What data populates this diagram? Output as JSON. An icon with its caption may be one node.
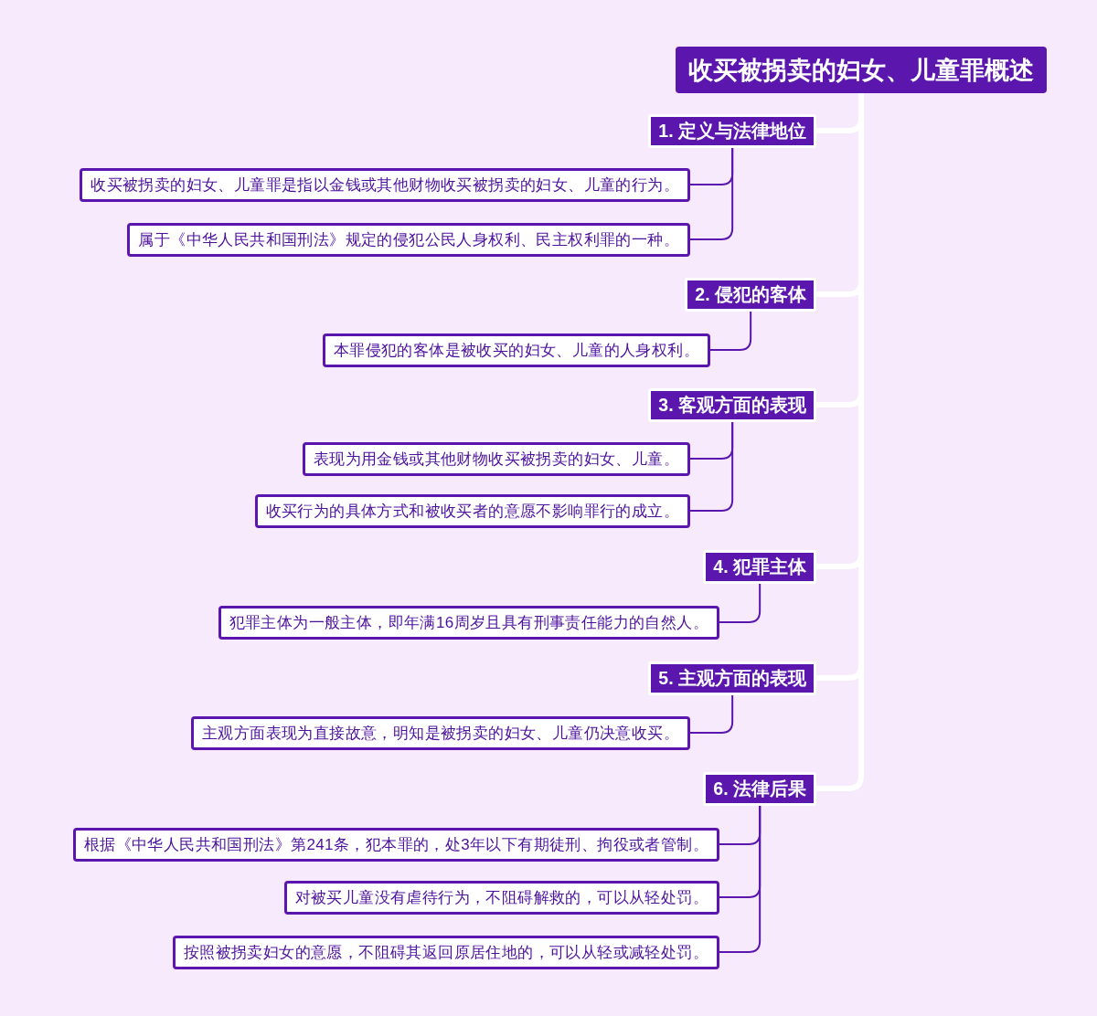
{
  "diagram": {
    "nodes": [
      {
        "text": [
          "收买被拐卖的妇女、儿童罪概述"
        ]
      },
      {
        "text": [
          "1. 定义与法律地位"
        ]
      },
      {
        "text": [
          "收买被拐卖的妇女、儿童罪是指以金钱或其他财物收买被拐卖的妇女、儿童的行为。"
        ]
      },
      {
        "text": [
          "属于《中华人民共和国刑法》规定的侵犯公民人身权利、民主权利罪的一种。"
        ]
      },
      {
        "text": [
          "2. 侵犯的客体"
        ]
      },
      {
        "text": [
          "本罪侵犯的客体是被收买的妇女、儿童的人身权利。"
        ]
      },
      {
        "text": [
          "3. 客观方面的表现"
        ]
      },
      {
        "text": [
          "表现为用金钱或其他财物收买被拐卖的妇女、儿童。"
        ]
      },
      {
        "text": [
          "收买行为的具体方式和被收买者的意愿不影响罪行的成立。"
        ]
      },
      {
        "text": [
          "4. 犯罪主体"
        ]
      },
      {
        "text": [
          "犯罪主体为一般主体，即年满16周岁且具有刑事责任能力的自然人。"
        ]
      },
      {
        "text": [
          "5. 主观方面的表现"
        ]
      },
      {
        "text": [
          "主观方面表现为直接故意，明知是被拐卖的妇女、儿童仍决意收买。"
        ]
      },
      {
        "text": [
          "6. 法律后果"
        ]
      },
      {
        "text": [
          "根据《中华人民共和国刑法》第241条，犯本罪的，处3年以下有期徒刑、拘役或者管制。"
        ]
      },
      {
        "text": [
          "对被买儿童没有虐待行为，不阻碍解救的，可以从轻处罚。"
        ]
      },
      {
        "text": [
          "按照被拐卖妇女的意愿，不阻碍其返回原居住地的，可以从轻或减轻处罚。"
        ]
      }
    ],
    "edges": [
      {
        "from": 0,
        "to": 1,
        "arrow": "none",
        "style": "thick",
        "color": "#ffffff"
      },
      {
        "from": 0,
        "to": 4,
        "arrow": "none",
        "style": "thick",
        "color": "#ffffff"
      },
      {
        "from": 0,
        "to": 6,
        "arrow": "none",
        "style": "thick",
        "color": "#ffffff"
      },
      {
        "from": 0,
        "to": 9,
        "arrow": "none",
        "style": "thick",
        "color": "#ffffff"
      },
      {
        "from": 0,
        "to": 11,
        "arrow": "none",
        "style": "thick",
        "color": "#ffffff"
      },
      {
        "from": 0,
        "to": 13,
        "arrow": "none",
        "style": "thick",
        "color": "#ffffff"
      },
      {
        "from": 1,
        "to": 2,
        "arrow": "none"
      },
      {
        "from": 1,
        "to": 3,
        "arrow": "none"
      },
      {
        "from": 4,
        "to": 5,
        "arrow": "none"
      },
      {
        "from": 6,
        "to": 7,
        "arrow": "none"
      },
      {
        "from": 6,
        "to": 8,
        "arrow": "none"
      },
      {
        "from": 9,
        "to": 10,
        "arrow": "none"
      },
      {
        "from": 11,
        "to": 12,
        "arrow": "none"
      },
      {
        "from": 13,
        "to": 14,
        "arrow": "none"
      },
      {
        "from": 13,
        "to": 15,
        "arrow": "none"
      },
      {
        "from": 13,
        "to": 16,
        "arrow": "none"
      }
    ]
  }
}
